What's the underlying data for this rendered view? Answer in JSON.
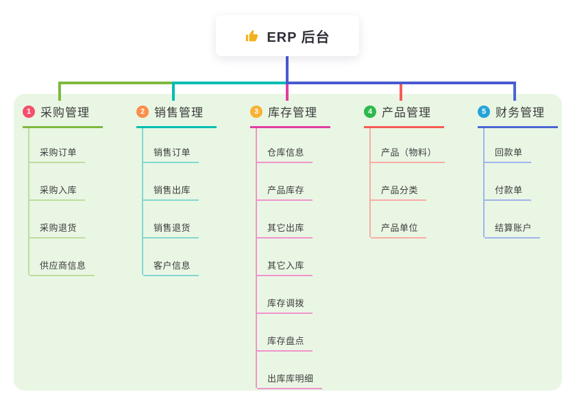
{
  "root": {
    "title": "ERP 后台",
    "icon": "thumbs-up-icon",
    "icon_color": "#f2b21d"
  },
  "branches": [
    {
      "index": "1",
      "title": "采购管理",
      "badge_color": "#f4506b",
      "line_color": "#7db93e",
      "child_line_color": "#bcdd9a",
      "children": [
        "采购订单",
        "采购入库",
        "采购退货",
        "供应商信息"
      ]
    },
    {
      "index": "2",
      "title": "销售管理",
      "badge_color": "#fb8e49",
      "line_color": "#00bdb2",
      "child_line_color": "#82d8d0",
      "children": [
        "销售订单",
        "销售出库",
        "销售退货",
        "客户信息"
      ]
    },
    {
      "index": "3",
      "title": "库存管理",
      "badge_color": "#f9b234",
      "line_color": "#e23da0",
      "child_line_color": "#f193cb",
      "children": [
        "仓库信息",
        "产品库存",
        "其它出库",
        "其它入库",
        "库存调拨",
        "库存盘点",
        "出库库明细"
      ]
    },
    {
      "index": "4",
      "title": "产品管理",
      "badge_color": "#2eb94e",
      "line_color": "#f75b55",
      "child_line_color": "#fbaba4",
      "children": [
        "产品（物料）",
        "产品分类",
        "产品单位"
      ]
    },
    {
      "index": "5",
      "title": "财务管理",
      "badge_color": "#25a4da",
      "line_color": "#4a66d4",
      "child_line_color": "#9fb4ea",
      "children": [
        "回款单",
        "付款单",
        "结算账户"
      ]
    }
  ],
  "colors": {
    "canvas_bg": "#ffffff",
    "panel_bg": "#e9f6e4",
    "root_connector": "#4a58cf",
    "text_dark": "#3b3b3b"
  }
}
